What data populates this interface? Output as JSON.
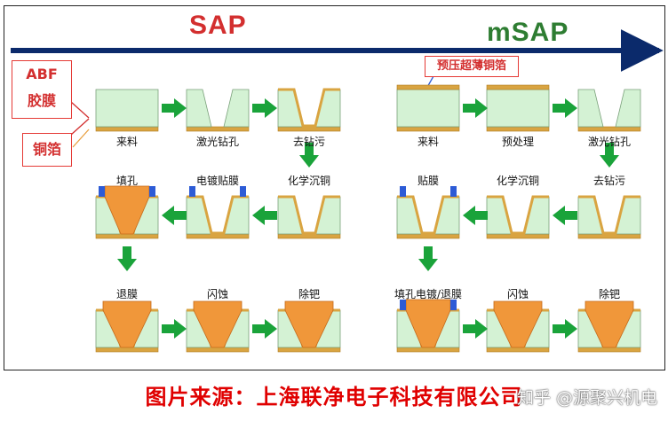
{
  "titles": {
    "sap": "SAP",
    "msap": "mSAP"
  },
  "legend": {
    "abf": "ABF\n胶膜",
    "copper": "铜箔",
    "pre_pressed": "预压超薄铜箔"
  },
  "sap_steps": [
    "来料",
    "激光钻孔",
    "去钻污",
    "化学沉铜",
    "电镀贴膜",
    "填孔",
    "退膜",
    "闪蚀",
    "除钯"
  ],
  "msap_steps": [
    "来料",
    "预处理",
    "激光钻孔",
    "去钻污",
    "化学沉铜",
    "贴膜",
    "填孔电镀/退膜",
    "闪蚀",
    "除钯"
  ],
  "caption": "图片来源：上海联净电子科技有限公司",
  "watermark": "知乎 @源聚兴机电",
  "colors": {
    "sap_title": "#d32f2f",
    "msap_title": "#2e7d32",
    "arrow": "#1aa33a",
    "substrate": "#d4f2d4",
    "copper": "#d9a441",
    "fill": "#f0973a",
    "film": "#2d5bd6",
    "timeline": "#0b2a6b"
  }
}
